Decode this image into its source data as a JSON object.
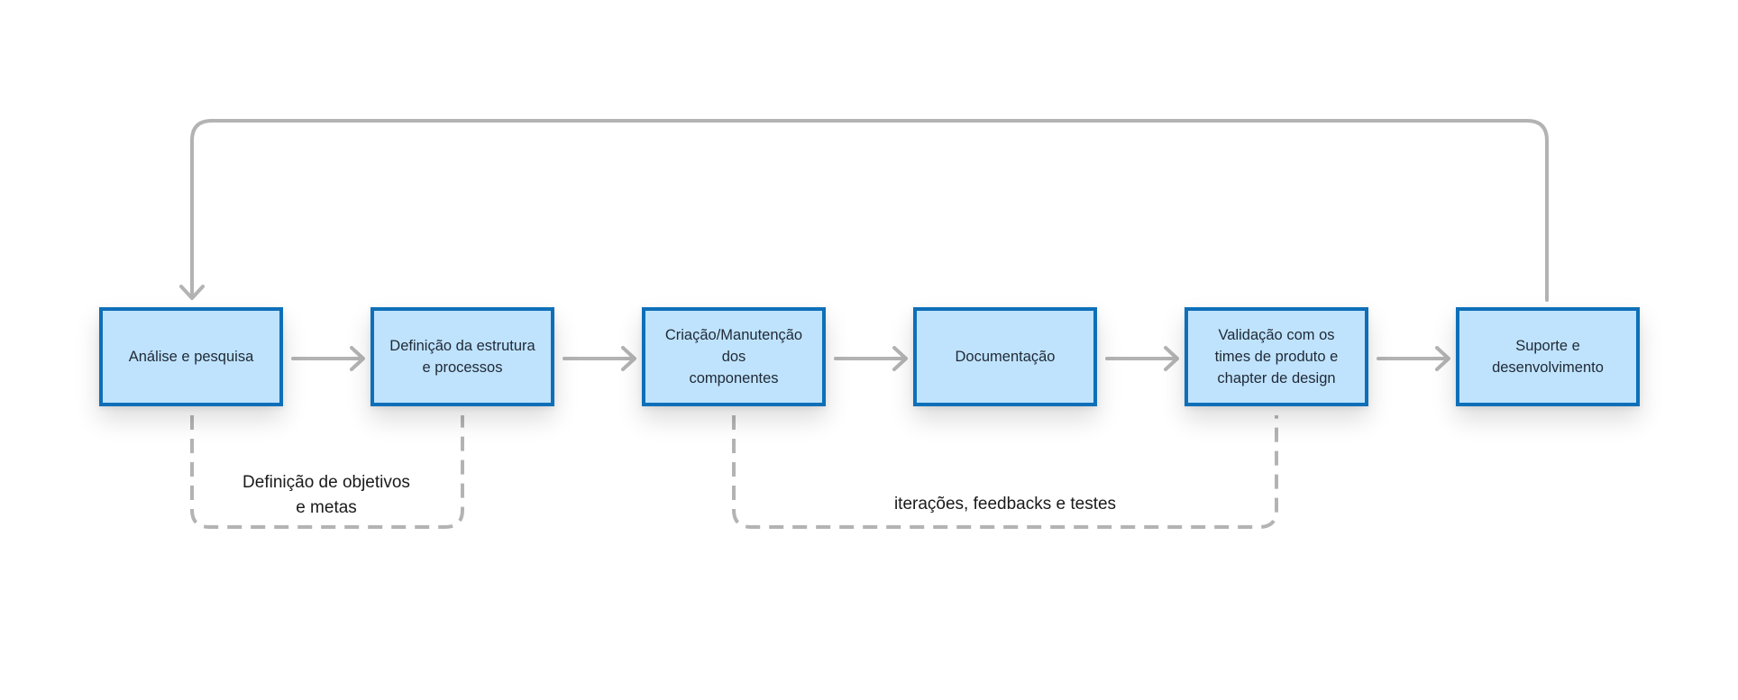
{
  "diagram": {
    "steps": [
      {
        "id": "analise",
        "label": "Análise e pesquisa"
      },
      {
        "id": "definicao",
        "label": "Definição da estrutura\ne processos"
      },
      {
        "id": "criacao",
        "label": "Criação/Manutenção\ndos\ncomponentes"
      },
      {
        "id": "documentacao",
        "label": "Documentação"
      },
      {
        "id": "validacao",
        "label": "Validação com os\ntimes de produto e\nchapter de design"
      },
      {
        "id": "suporte",
        "label": "Suporte e\ndesenvolvimento"
      }
    ],
    "groups": [
      {
        "id": "objetivos",
        "label": "Definição de objetivos\ne metas"
      },
      {
        "id": "iteracoes",
        "label": "iterações, feedbacks e testes"
      }
    ],
    "colors": {
      "box_fill": "#bfe3fc",
      "box_border": "#0e6fb8",
      "connector": "#b3b3b3"
    }
  }
}
